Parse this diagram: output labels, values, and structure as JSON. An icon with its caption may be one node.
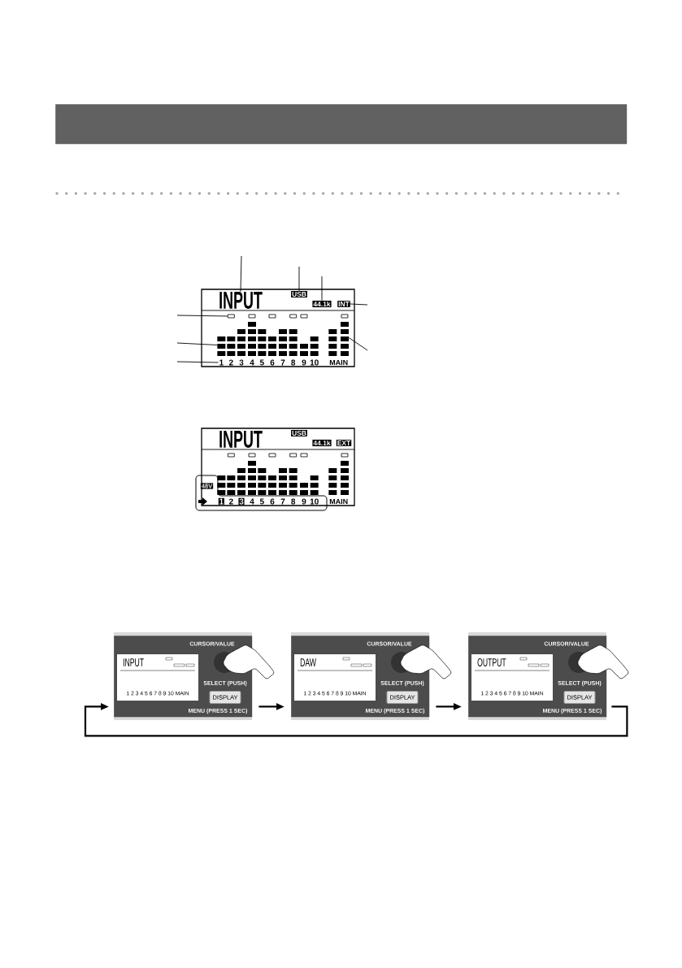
{
  "diagram": {
    "nodes": [
      {
        "text": [],
        "shape": "bar"
      },
      {
        "text": [
          "INPUT"
        ]
      },
      {
        "text": [
          "USB"
        ]
      },
      {
        "text": [
          "44.1k"
        ]
      },
      {
        "text": [
          "INT"
        ]
      },
      {
        "text": [],
        "shape": "box"
      },
      {
        "text": [],
        "shape": "bar"
      },
      {
        "text": [],
        "shape": "bar"
      },
      {
        "text": [
          "1"
        ]
      },
      {
        "text": [
          "INPUT",
          "CURSOR/VALUE",
          "1 2 3 4 5 6 7 8 9 10 MAIN",
          "SELECT (PUSH)",
          "DISPLAY",
          "MENU (PRESS 1 SEC)"
        ]
      },
      {
        "text": [
          "DAW",
          "CURSOR/VALUE",
          "1 2 3 4 5 6 7 8 9 10 MAIN",
          "SELECT (PUSH)",
          "DISPLAY",
          "MENU (PRESS 1 SEC)"
        ]
      },
      {
        "text": [
          "OUTPUT",
          "CURSOR/VALUE",
          "1 2 3 4 5 6 7 8 9 10 MAIN",
          "SELECT (PUSH)",
          "DISPLAY",
          "MENU (PRESS 1 SEC)"
        ]
      }
    ],
    "edges": [
      {
        "from": null,
        "to": 1,
        "arrow": "none"
      },
      {
        "from": null,
        "to": 2,
        "arrow": "none"
      },
      {
        "from": null,
        "to": 3,
        "arrow": "none"
      },
      {
        "from": null,
        "to": 4,
        "arrow": "none"
      },
      {
        "from": null,
        "to": 5,
        "arrow": "none"
      },
      {
        "from": null,
        "to": 6,
        "arrow": "none"
      },
      {
        "from": null,
        "to": 7,
        "arrow": "none"
      },
      {
        "from": null,
        "to": 8,
        "arrow": "none"
      },
      {
        "from": 9,
        "to": 10,
        "arrow": "to"
      },
      {
        "from": 10,
        "to": 11,
        "arrow": "to"
      },
      {
        "from": 11,
        "to": 9,
        "arrow": "to"
      }
    ],
    "labels": [
      "2",
      "3",
      "4",
      "5",
      "6",
      "7",
      "8",
      "9",
      "10",
      "MAIN",
      "INPUT",
      "USB",
      "44.1k",
      "EXT",
      "48V",
      "1",
      "2",
      "3",
      "4",
      "5",
      "6",
      "7",
      "8",
      "9",
      "10",
      "MAIN"
    ]
  }
}
